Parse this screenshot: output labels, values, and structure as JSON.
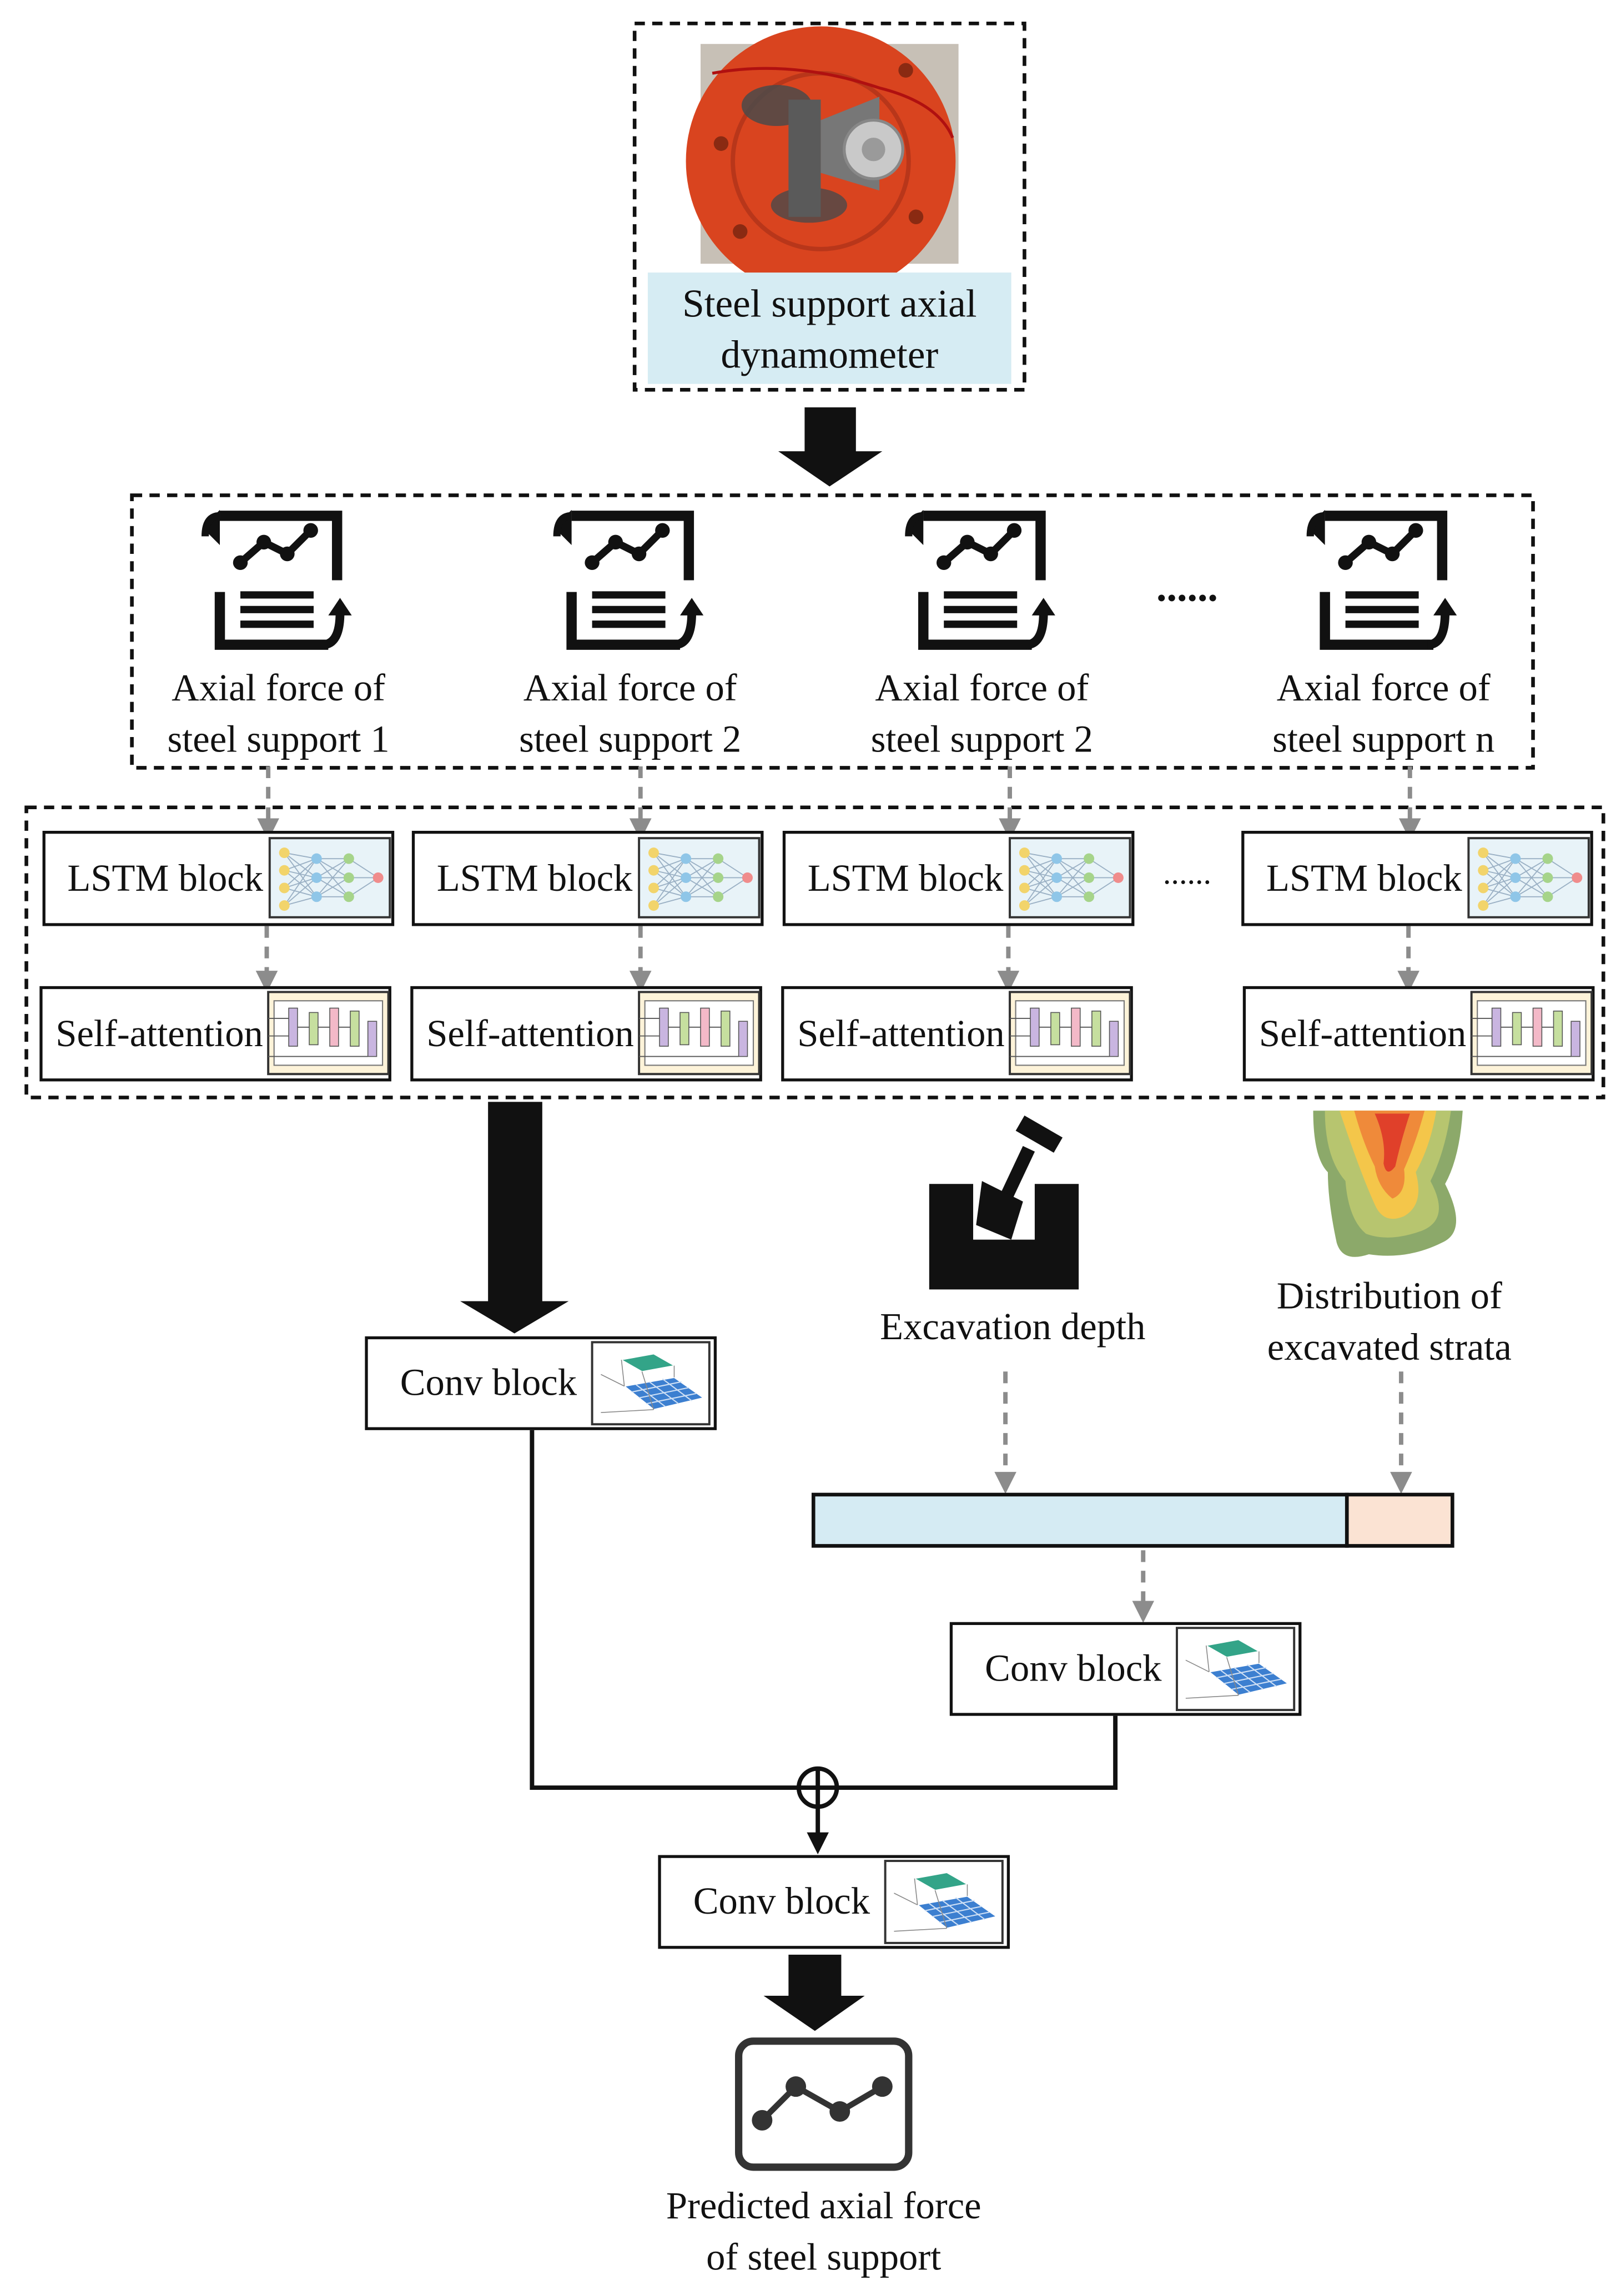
{
  "sensor": {
    "label_lines": [
      "Steel support axial",
      "dynamometer"
    ]
  },
  "inputs": [
    {
      "line1": "Axial force of",
      "line2": "steel support 1"
    },
    {
      "line1": "Axial force of",
      "line2": "steel support 2"
    },
    {
      "line1": "Axial force of",
      "line2": "steel support 2"
    },
    {
      "line1": "Axial force of",
      "line2": "steel support n"
    }
  ],
  "inputs_ellipsis": "......",
  "lstm_label": "LSTM block",
  "attention_label": "Self-attention",
  "blocks_ellipsis": "......",
  "conv_label": "Conv block",
  "excavation_depth_label": "Excavation depth",
  "strata_label_lines": [
    "Distribution of",
    "excavated strata"
  ],
  "output_label_lines": [
    "Predicted axial force",
    "of steel support"
  ],
  "colors": {
    "sensor_label_bg": "#d6ecf3",
    "lstm_icon_bg": "#e8f3f8",
    "attention_icon_bg": "#fdf3d9",
    "depth_feature": "#d5ebf3",
    "strata_feature": "#fbe3d3",
    "dynamometer_red": "#d9441f",
    "dashed_arrow": "#8c8c8c"
  }
}
